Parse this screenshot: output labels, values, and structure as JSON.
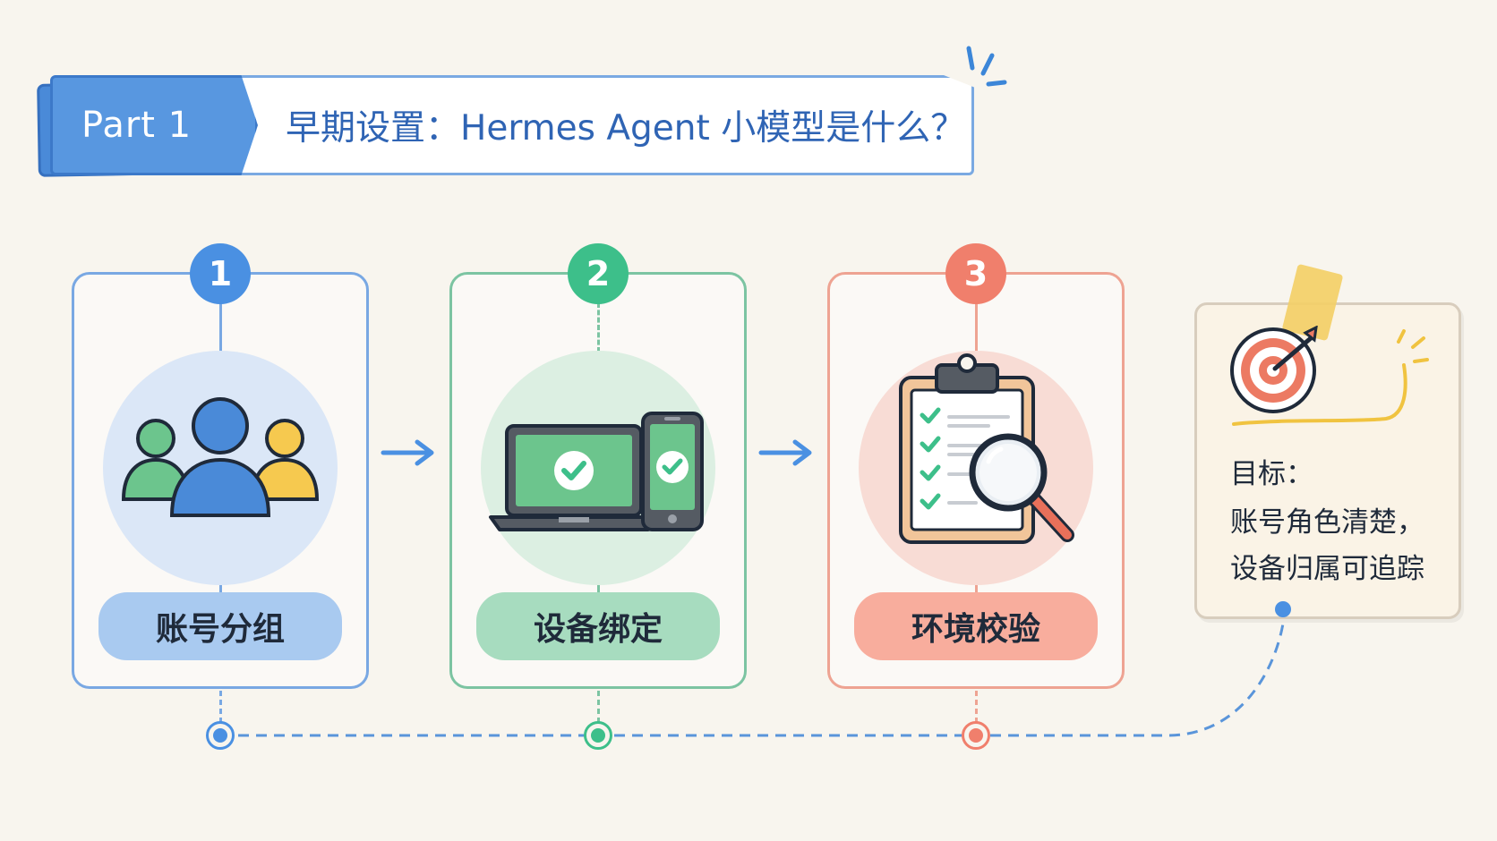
{
  "banner": {
    "part_label": "Part 1",
    "title": "早期设置：Hermes Agent 小模型是什么？"
  },
  "steps": [
    {
      "number": "1",
      "label": "账号分组",
      "icon": "users-group-icon",
      "color": "#4a90e2"
    },
    {
      "number": "2",
      "label": "设备绑定",
      "icon": "devices-check-icon",
      "color": "#3dbf8a"
    },
    {
      "number": "3",
      "label": "环境校验",
      "icon": "clipboard-magnifier-icon",
      "color": "#f07f6c"
    }
  ],
  "goal": {
    "icon": "target-arrow-icon",
    "heading": "目标：",
    "line1": "账号角色清楚，",
    "line2": "设备归属可追踪"
  }
}
